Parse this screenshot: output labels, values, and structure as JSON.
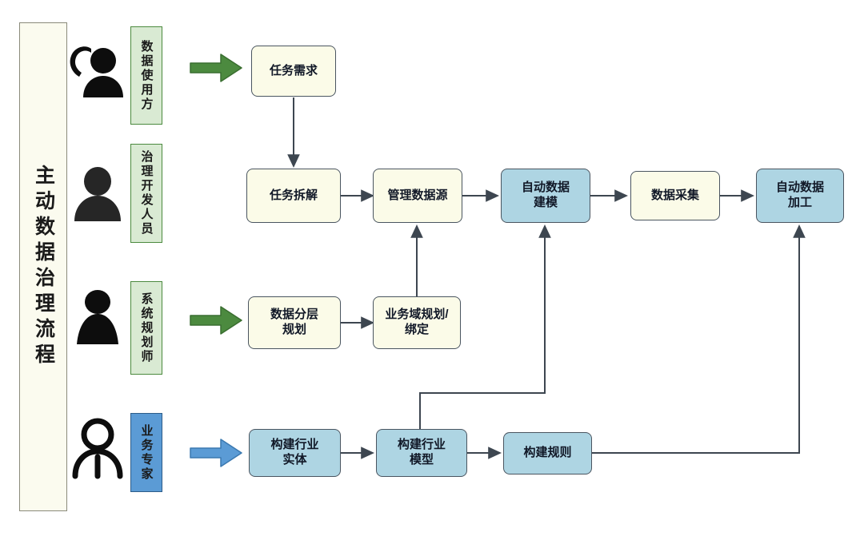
{
  "title": {
    "text": "主动数据治理流程"
  },
  "lanes": [
    {
      "id": "data-consumer",
      "role_label": "数据使用方",
      "icon": "users-icon",
      "badge_color": "#d9ead3",
      "badge_border": "#4c8a3f",
      "arrow": {
        "present": true,
        "color": "#4c8a3f",
        "name": "green-role-arrow"
      }
    },
    {
      "id": "governance-developer",
      "role_label": "治理开发人员",
      "icon": "user-icon",
      "badge_color": "#d9ead3",
      "badge_border": "#4c8a3f",
      "arrow": {
        "present": false,
        "color": "",
        "name": ""
      }
    },
    {
      "id": "system-planner",
      "role_label": "系统规划师",
      "icon": "user-standing-icon",
      "badge_color": "#d9ead3",
      "badge_border": "#4c8a3f",
      "arrow": {
        "present": true,
        "color": "#4c8a3f",
        "name": "green-role-arrow"
      }
    },
    {
      "id": "business-expert",
      "role_label": "业务专家",
      "icon": "user-outline-icon",
      "badge_color": "#5b9bd5",
      "badge_border": "#2d5d8a",
      "arrow": {
        "present": true,
        "color": "#5b9bd5",
        "name": "blue-role-arrow"
      }
    }
  ],
  "nodes": [
    {
      "id": "task-requirement",
      "label": "任务需求",
      "style": "cream"
    },
    {
      "id": "task-breakdown",
      "label": "任务拆解",
      "style": "cream"
    },
    {
      "id": "manage-datasource",
      "label": "管理数据源",
      "style": "cream"
    },
    {
      "id": "auto-data-model",
      "label": "自动数据\n建模",
      "style": "blue"
    },
    {
      "id": "data-collection",
      "label": "数据采集",
      "style": "cream"
    },
    {
      "id": "auto-data-process",
      "label": "自动数据\n加工",
      "style": "blue"
    },
    {
      "id": "data-layer-plan",
      "label": "数据分层\n规划",
      "style": "cream"
    },
    {
      "id": "domain-plan-bind",
      "label": "业务域规划/\n绑定",
      "style": "cream"
    },
    {
      "id": "build-entity",
      "label": "构建行业\n实体",
      "style": "blue"
    },
    {
      "id": "build-model",
      "label": "构建行业\n模型",
      "style": "blue"
    },
    {
      "id": "build-rule",
      "label": "构建规则",
      "style": "blue"
    }
  ],
  "edges": [
    {
      "from": "task-requirement",
      "to": "task-breakdown"
    },
    {
      "from": "task-breakdown",
      "to": "manage-datasource"
    },
    {
      "from": "manage-datasource",
      "to": "auto-data-model"
    },
    {
      "from": "auto-data-model",
      "to": "data-collection"
    },
    {
      "from": "data-collection",
      "to": "auto-data-process"
    },
    {
      "from": "data-layer-plan",
      "to": "domain-plan-bind"
    },
    {
      "from": "domain-plan-bind",
      "to": "manage-datasource"
    },
    {
      "from": "build-entity",
      "to": "build-model"
    },
    {
      "from": "build-model",
      "to": "build-rule"
    },
    {
      "from": "build-model",
      "to": "auto-data-model"
    },
    {
      "from": "build-rule",
      "to": "auto-data-process"
    }
  ],
  "colors": {
    "cream_fill": "#fbfbe8",
    "blue_fill": "#aed5e3",
    "box_border": "#4a5560",
    "green_badge": "#d9ead3",
    "green_border": "#4c8a3f",
    "blue_badge": "#5b9bd5",
    "connector": "#3d4650",
    "title_fill": "#fbfbef",
    "title_border": "#8a8a7a"
  }
}
